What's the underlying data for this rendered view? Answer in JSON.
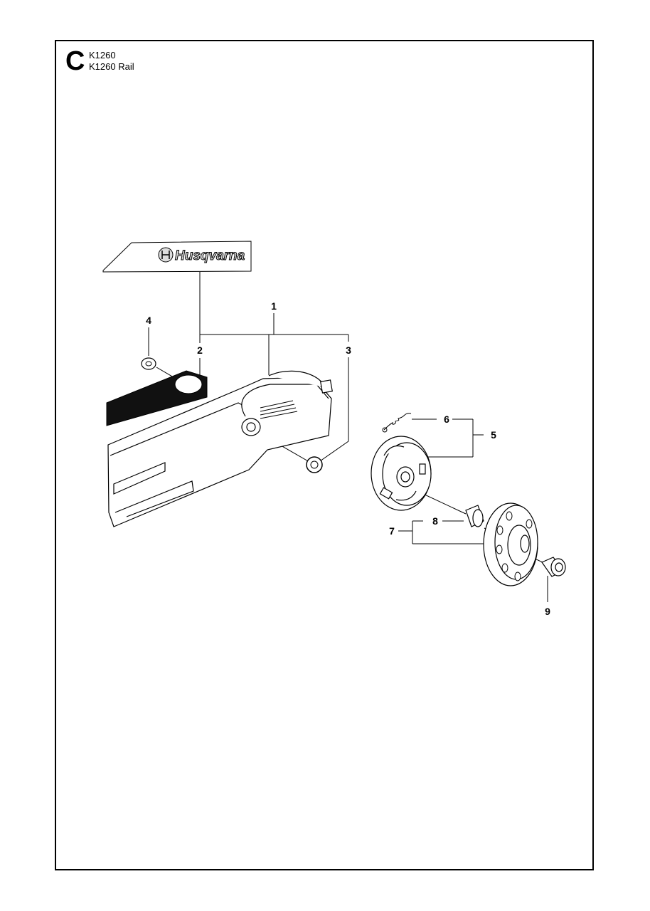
{
  "header": {
    "section_letter": "C",
    "models": [
      "K1260",
      "K1260 Rail"
    ]
  },
  "decal": {
    "brand_text": "Husqvarna"
  },
  "callouts": {
    "c1": "1",
    "c2": "2",
    "c3": "3",
    "c4": "4",
    "c5": "5",
    "c6": "6",
    "c7": "7",
    "c8": "8",
    "c9": "9"
  }
}
